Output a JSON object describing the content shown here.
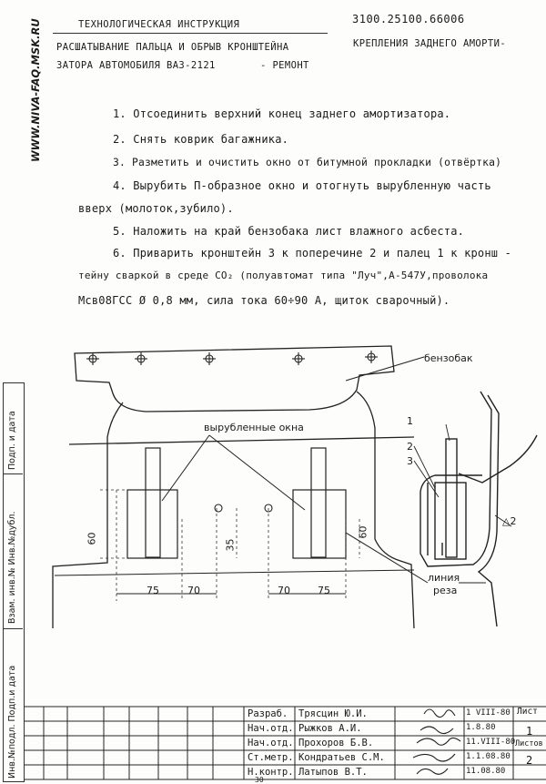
{
  "watermark": "WWW.NIVA-FAQ.MSK.RU",
  "header": {
    "left": "ТЕХНОЛОГИЧЕСКАЯ ИНСТРУКЦИЯ",
    "right": "3100.25100.66006"
  },
  "title": {
    "line1": "РАСШАТЫВАНИЕ ПАЛЬЦА И ОБРЫВ КРОНШТЕЙНА",
    "line1b": "КРЕПЛЕНИЯ ЗАДНЕГО АМОРТИ-",
    "line2": "ЗАТОРА АВТОМОБИЛЯ ВАЗ-2121",
    "line2b": "- РЕМОНТ"
  },
  "steps": [
    "1. Отсоединить верхний конец заднего амортизатора.",
    "2. Снять коврик багажника.",
    "3. Разметить и очистить окно от битумной прокладки (отвёртка)",
    "4. Вырубить П-образное окно и отогнуть вырубленную часть",
    "вверх (молоток,зубило).",
    "5. Наложить на край бензобака лист влажного асбеста.",
    "6. Приварить кронштейн 3 к поперечине 2 и палец 1 к кронш -",
    "тейну сваркой в среде CO₂ (полуавтомат типа \"Луч\",А-547У,проволока",
    "Мсв08ГСС Ø 0,8 мм, сила тока 60÷90 А, щиток сварочный)."
  ],
  "drawing": {
    "label_tank": "бензобак",
    "label_windows": "вырубленные окна",
    "label_cut": "линия",
    "label_cut2": "реза",
    "dims": {
      "d60a": "60",
      "d35": "35",
      "d60b": "60",
      "d75a": "75",
      "d70a": "70",
      "d70b": "70",
      "d75b": "75"
    },
    "callouts": {
      "c1": "1",
      "c2": "2",
      "c3": "3",
      "c4": "△2"
    }
  },
  "side_stamps": {
    "s1": "Подп. и дата",
    "s2": "Взам. инв.№ Инв.№дубл.",
    "s3": "Инв.№подл. Подп.и дата"
  },
  "title_block": {
    "rows": [
      {
        "role": "Разраб.",
        "name": "Трясцин Ю.И.",
        "date": "1 VIII-80"
      },
      {
        "role": "Нач.отд.",
        "name": "Рыжков А.И.",
        "date": "1.8.80"
      },
      {
        "role": "Нач.отд.",
        "name": "Прохоров Б.В.",
        "date": "11.VIII-80"
      },
      {
        "role": "Ст.метр.",
        "name": "Кондратьев С.М.",
        "date": "1.1.08.80"
      },
      {
        "role": "Н.контр.",
        "name": "Латыпов В.Т.",
        "date": "11.08.80"
      }
    ],
    "sheet_label": "Лист",
    "sheet_value": "1",
    "sheets_label": "Листов",
    "sheets_value": "2",
    "footer_number": "30"
  }
}
